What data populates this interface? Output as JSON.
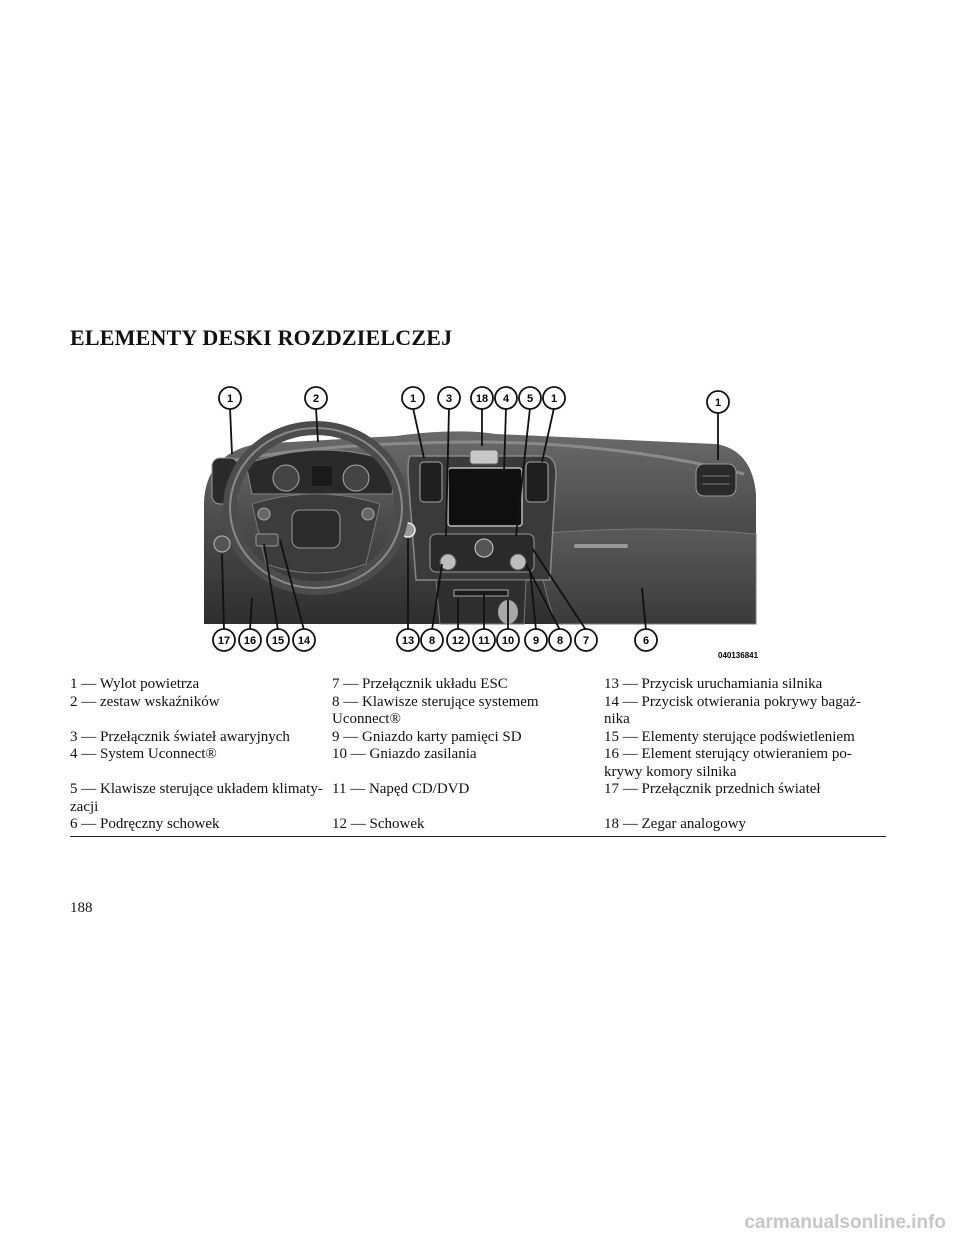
{
  "page": {
    "title": "ELEMENTY DESKI ROZDZIELCZEJ",
    "page_number": "188",
    "watermark": "carmanualsonline.info"
  },
  "figure": {
    "image_code": "040136841",
    "callouts_top": [
      "1",
      "2",
      "1",
      "3",
      "18",
      "4",
      "5",
      "1",
      "1"
    ],
    "callouts_bottom": [
      "17",
      "16",
      "15",
      "14",
      "13",
      "8",
      "12",
      "11",
      "10",
      "9",
      "8",
      "7",
      "6"
    ]
  },
  "legend": {
    "rows": [
      [
        "1 — Wylot powietrza",
        "7 — Przełącznik układu ESC",
        "13 — Przycisk uruchamiania silnika"
      ],
      [
        "2 — zestaw wskaźników",
        "8 — Klawisze sterujące systemem Uconnect®",
        "14 — Przycisk otwierania pokrywy bagaż- nika"
      ],
      [
        "3 — Przełącznik świateł awaryjnych",
        "9 — Gniazdo karty pamięci SD",
        "15 — Elementy sterujące podświetleniem"
      ],
      [
        "4 — System Uconnect®",
        "10 — Gniazdo zasilania",
        "16 — Element sterujący otwieraniem po- krywy komory silnika"
      ],
      [
        "5 — Klawisze sterujące układem klimaty- zacji",
        "11 — Napęd CD/DVD",
        "17 — Przełącznik przednich świateł"
      ],
      [
        "6 — Podręczny schowek",
        "12 — Schowek",
        "18 — Zegar analogowy"
      ]
    ]
  }
}
